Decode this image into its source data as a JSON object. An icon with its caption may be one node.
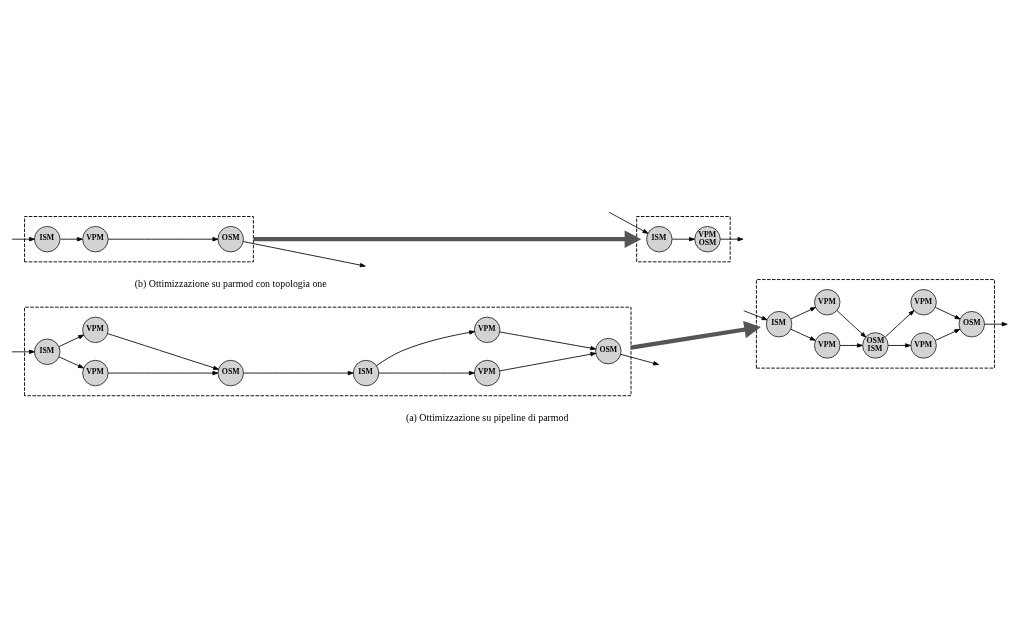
{
  "diagram": {
    "nodes": [
      {
        "text": [],
        "shape": "box"
      },
      {
        "text": [
          "ISM"
        ],
        "in": 0
      },
      {
        "text": [
          "VPM"
        ],
        "in": 0
      },
      {
        "text": [
          "VPM"
        ],
        "in": 0
      },
      {
        "text": [
          "OSM"
        ],
        "in": 0
      },
      {
        "text": [
          "ISM"
        ],
        "in": 0
      },
      {
        "text": [
          "VPM"
        ],
        "in": 0
      },
      {
        "text": [
          "VPM"
        ],
        "in": 0
      },
      {
        "text": [
          "OSM"
        ],
        "in": 0
      },
      {
        "text": [],
        "shape": "box"
      },
      {
        "text": [
          "ISM"
        ],
        "in": 9
      },
      {
        "text": [
          "VPM"
        ],
        "in": 9
      },
      {
        "text": [
          "VPM"
        ],
        "in": 9
      },
      {
        "text": [
          "OSM",
          "ISM"
        ],
        "in": 9
      },
      {
        "text": [
          "VPM"
        ],
        "in": 9
      },
      {
        "text": [
          "VPM"
        ],
        "in": 9
      },
      {
        "text": [
          "OSM"
        ],
        "in": 9
      },
      {
        "text": [],
        "shape": "box"
      },
      {
        "text": [
          "ISM"
        ],
        "in": 17
      },
      {
        "text": [
          "VPM"
        ],
        "in": 17
      },
      {
        "text": [
          "OSM"
        ],
        "in": 17
      },
      {
        "text": [],
        "shape": "box"
      },
      {
        "text": [
          "ISM"
        ],
        "in": 21
      },
      {
        "text": [
          "VPM",
          "OSM"
        ],
        "in": 21
      }
    ],
    "edges": [
      {
        "from": null,
        "to": 1,
        "arrow": "to"
      },
      {
        "from": 1,
        "to": 2,
        "arrow": "to"
      },
      {
        "from": 1,
        "to": 3,
        "arrow": "to"
      },
      {
        "from": 2,
        "to": 4,
        "arrow": "to"
      },
      {
        "from": 3,
        "to": 4,
        "arrow": "to"
      },
      {
        "from": 4,
        "to": 5,
        "arrow": "to"
      },
      {
        "from": 5,
        "to": 6,
        "arrow": "to"
      },
      {
        "from": 5,
        "to": 7,
        "arrow": "to"
      },
      {
        "from": 6,
        "to": 8,
        "arrow": "to"
      },
      {
        "from": 7,
        "to": 8,
        "arrow": "to"
      },
      {
        "from": 8,
        "to": null,
        "arrow": "to"
      },
      {
        "from": 0,
        "to": 9,
        "arrow": "to",
        "style": "thick"
      },
      {
        "from": null,
        "to": 10,
        "arrow": "to"
      },
      {
        "from": 10,
        "to": 11,
        "arrow": "to"
      },
      {
        "from": 10,
        "to": 12,
        "arrow": "to"
      },
      {
        "from": 11,
        "to": 13,
        "arrow": "to"
      },
      {
        "from": 12,
        "to": 13,
        "arrow": "to"
      },
      {
        "from": 13,
        "to": 14,
        "arrow": "to"
      },
      {
        "from": 13,
        "to": 15,
        "arrow": "to"
      },
      {
        "from": 14,
        "to": 16,
        "arrow": "to"
      },
      {
        "from": 15,
        "to": 16,
        "arrow": "to"
      },
      {
        "from": 16,
        "to": null,
        "arrow": "to"
      },
      {
        "from": null,
        "to": 18,
        "arrow": "to"
      },
      {
        "from": 18,
        "to": 19,
        "arrow": "to"
      },
      {
        "from": 19,
        "to": 20,
        "arrow": "to"
      },
      {
        "from": 20,
        "to": null,
        "arrow": "to"
      },
      {
        "from": 17,
        "to": 21,
        "arrow": "to",
        "style": "thick"
      },
      {
        "from": null,
        "to": 22,
        "arrow": "to"
      },
      {
        "from": 22,
        "to": 23,
        "arrow": "to"
      },
      {
        "from": 23,
        "to": null,
        "arrow": "to"
      }
    ],
    "labels": [
      "(a) Ottimizzazione su pipeline di parmod",
      "(b) Ottimizzazione su parmod con topologia one"
    ]
  }
}
